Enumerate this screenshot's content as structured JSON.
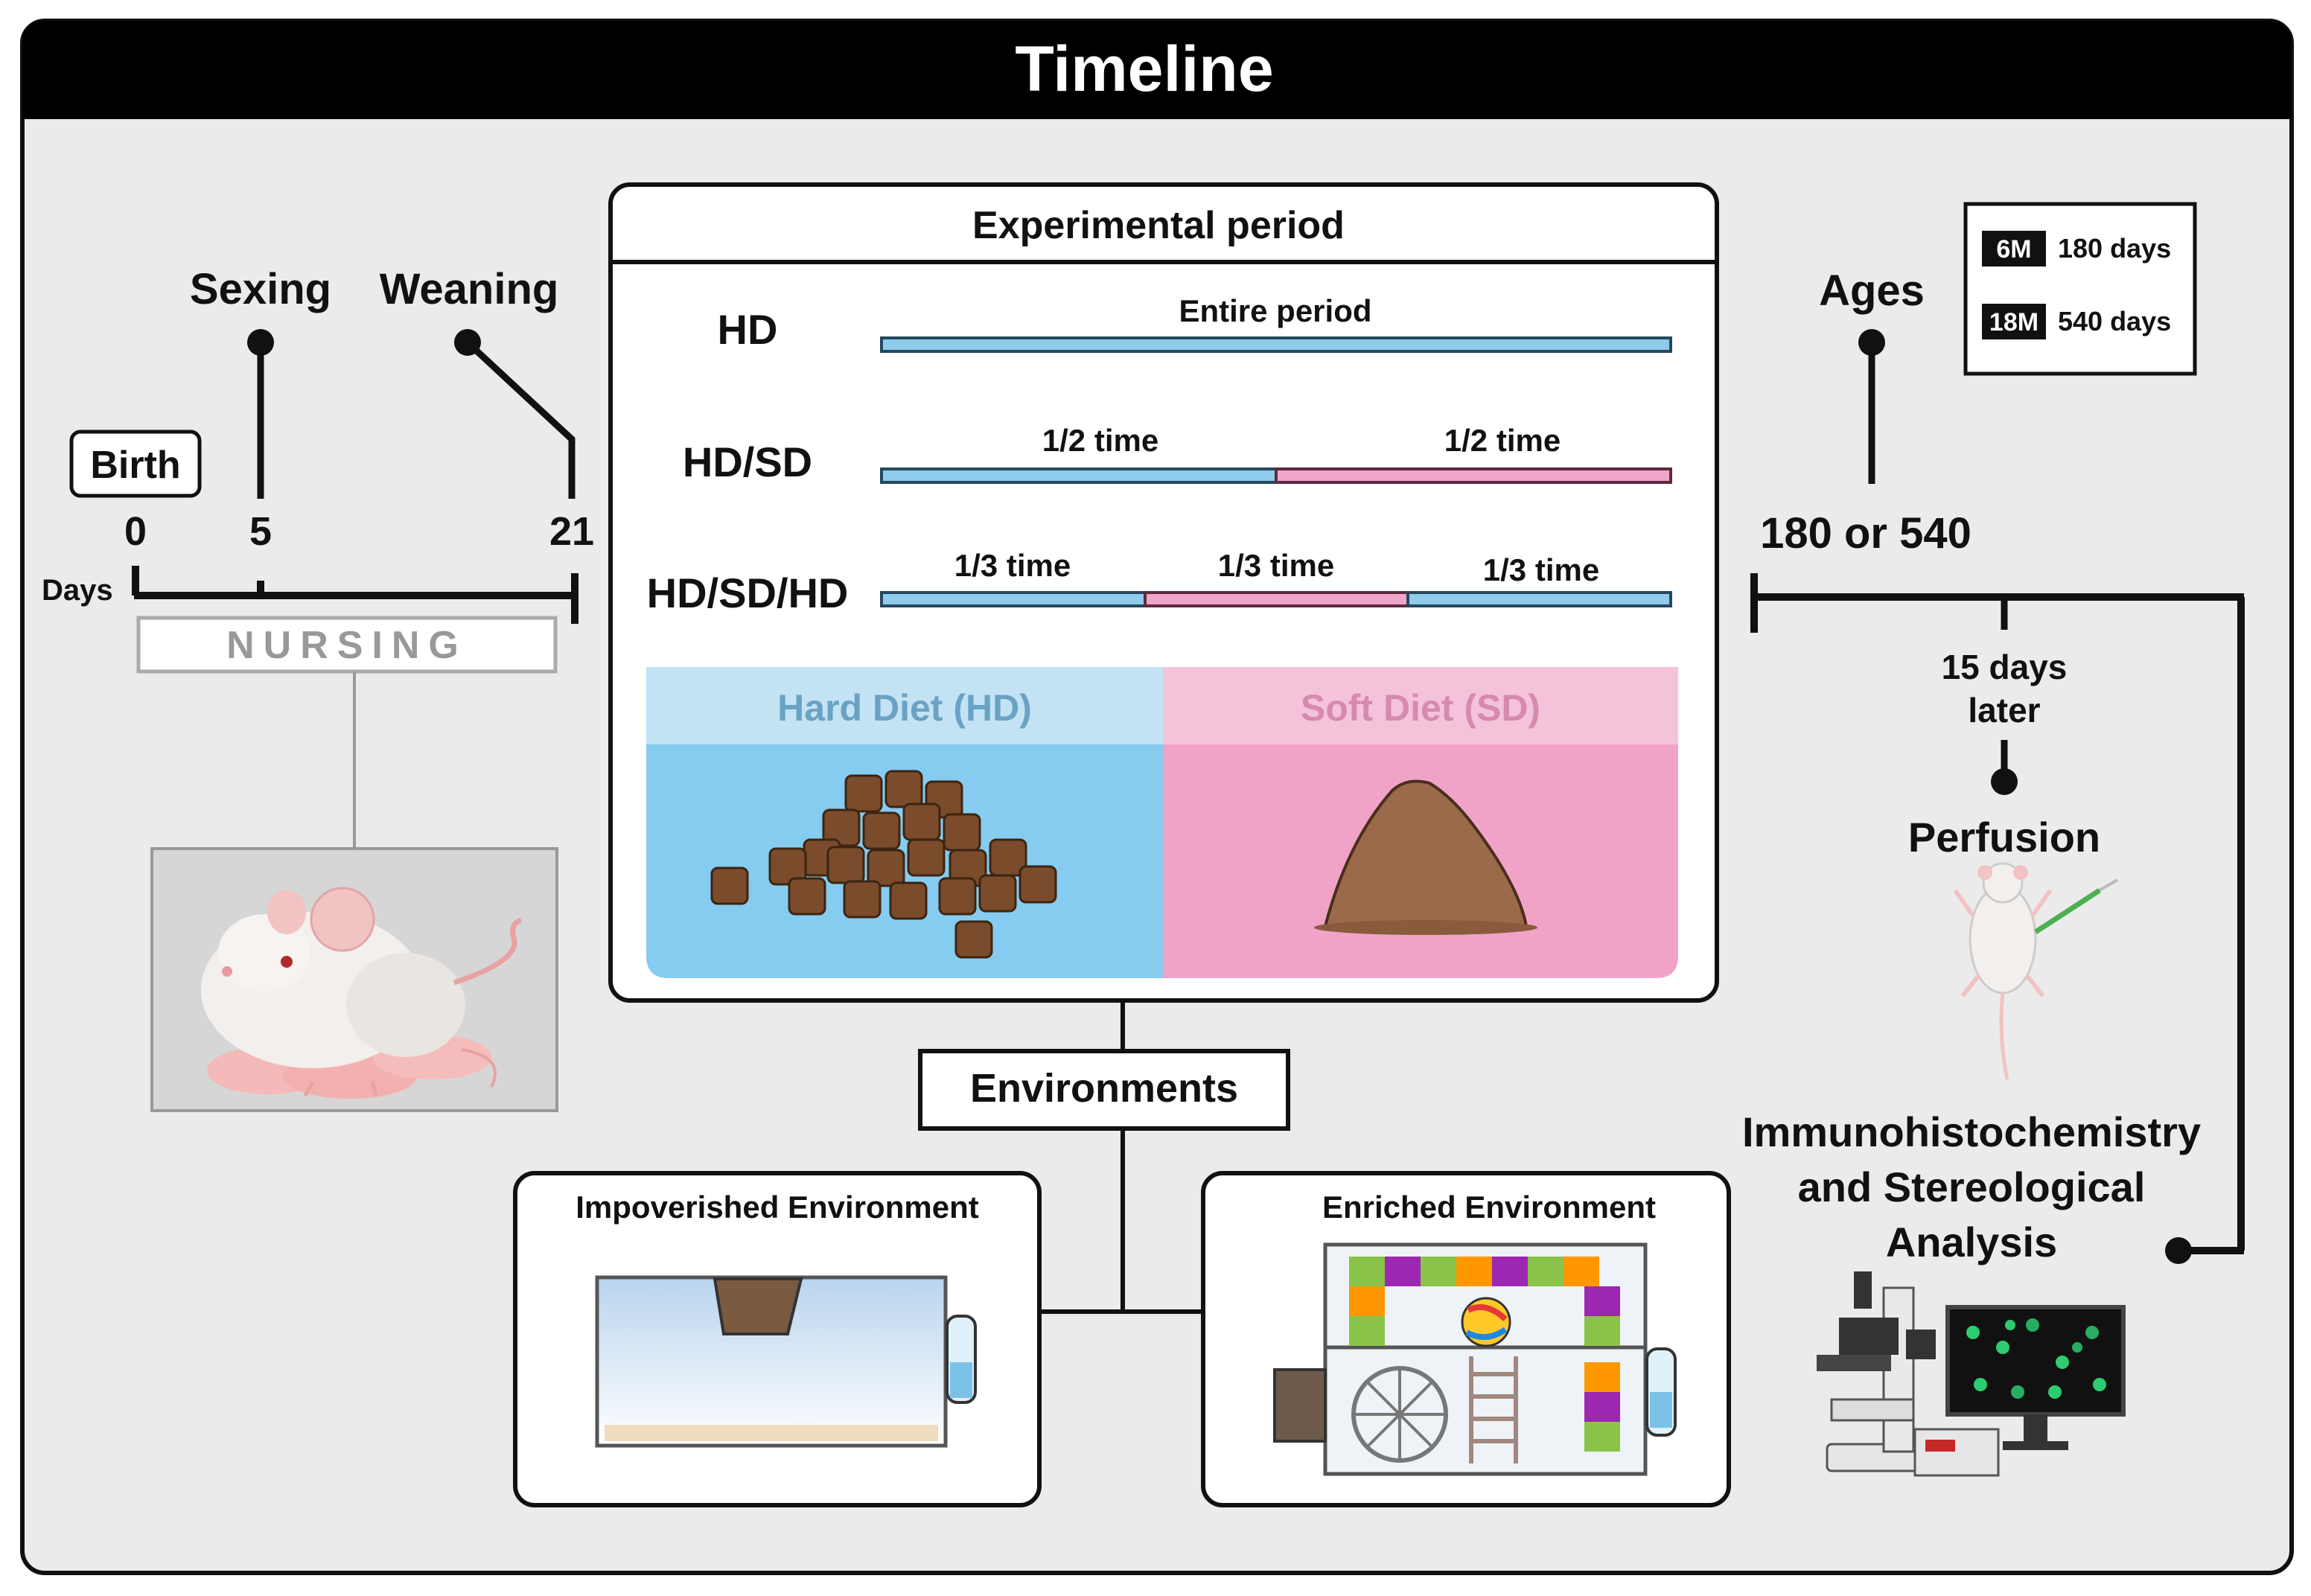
{
  "title": "Timeline",
  "left_timeline": {
    "birth_label": "Birth",
    "sexing_label": "Sexing",
    "weaning_label": "Weaning",
    "days_label": "Days",
    "tick_0": "0",
    "tick_5": "5",
    "tick_21": "21",
    "nursing_label": "NURSING"
  },
  "experimental": {
    "header": "Experimental period",
    "rows": [
      {
        "label": "HD",
        "segments": [
          {
            "text": "Entire period",
            "diet": "HD"
          }
        ]
      },
      {
        "label": "HD/SD",
        "segments": [
          {
            "text": "1/2 time",
            "diet": "HD"
          },
          {
            "text": "1/2 time",
            "diet": "SD"
          }
        ]
      },
      {
        "label": "HD/SD/HD",
        "segments": [
          {
            "text": "1/3 time",
            "diet": "HD"
          },
          {
            "text": "1/3 time",
            "diet": "SD"
          },
          {
            "text": "1/3 time",
            "diet": "HD"
          }
        ]
      }
    ],
    "hard_diet_label": "Hard Diet (HD)",
    "soft_diet_label": "Soft Diet (SD)"
  },
  "environments": {
    "label": "Environments",
    "impoverished": "Impoverished Environment",
    "enriched": "Enriched Environment"
  },
  "right_timeline": {
    "ages_label": "Ages",
    "age_value": "180 or 540",
    "legend": [
      {
        "badge": "6M",
        "text": "180 days"
      },
      {
        "badge": "18M",
        "text": "540 days"
      }
    ],
    "later_line1": "15 days",
    "later_line2": "later",
    "perfusion_label": "Perfusion",
    "analysis_line1": "Immunohistochemistry",
    "analysis_line2": "and Stereological",
    "analysis_line3": "Analysis"
  },
  "colors": {
    "hd_blue": "#8fcbea",
    "sd_pink": "#f0a6c8",
    "panel_bg": "#ebebeb",
    "title_bar": "#000000",
    "hd_text": "#6aa2c4",
    "sd_text": "#d68aae"
  }
}
